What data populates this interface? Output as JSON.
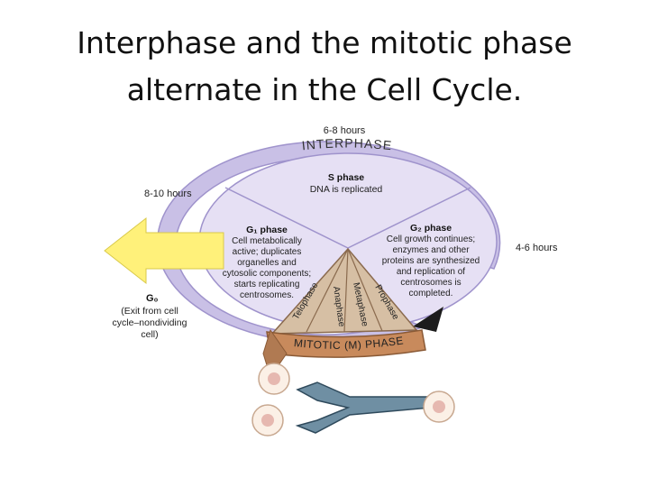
{
  "slide": {
    "title_line1": "Interphase and the mitotic phase",
    "title_line2": "alternate in the Cell Cycle."
  },
  "diagram": {
    "ring_label": "INTERPHASE",
    "mitotic_label": "MITOTIC (M) PHASE",
    "durations": {
      "s": "6-8 hours",
      "g1": "8-10 hours",
      "g2": "4-6 hours"
    },
    "s_phase": {
      "title": "S phase",
      "text": "DNA is replicated"
    },
    "g1_phase": {
      "title": "G₁ phase",
      "lines": [
        "Cell metabolically",
        "active; duplicates",
        "organelles and",
        "cytosolic components;",
        "starts replicating",
        "centrosomes."
      ]
    },
    "g2_phase": {
      "title": "G₂ phase",
      "lines": [
        "Cell growth continues;",
        "enzymes and other",
        "proteins are synthesized",
        "and replication of",
        "centrosomes is",
        "completed."
      ]
    },
    "g0": {
      "title": "G₀",
      "lines": [
        "(Exit from cell",
        "cycle–nondividing",
        "cell)"
      ]
    },
    "mitotic_stages": [
      "Telophase",
      "Anaphase",
      "Metaphase",
      "Prophase"
    ],
    "colors": {
      "ring": "#c9c0e6",
      "ring_dark": "#9f93cc",
      "disc": "#e6e0f4",
      "wedge": "#d6bfa4",
      "band": "#c88a5c",
      "arrow_yellow": "#fff17a",
      "arrow_teal": "#6f8fa3"
    }
  }
}
